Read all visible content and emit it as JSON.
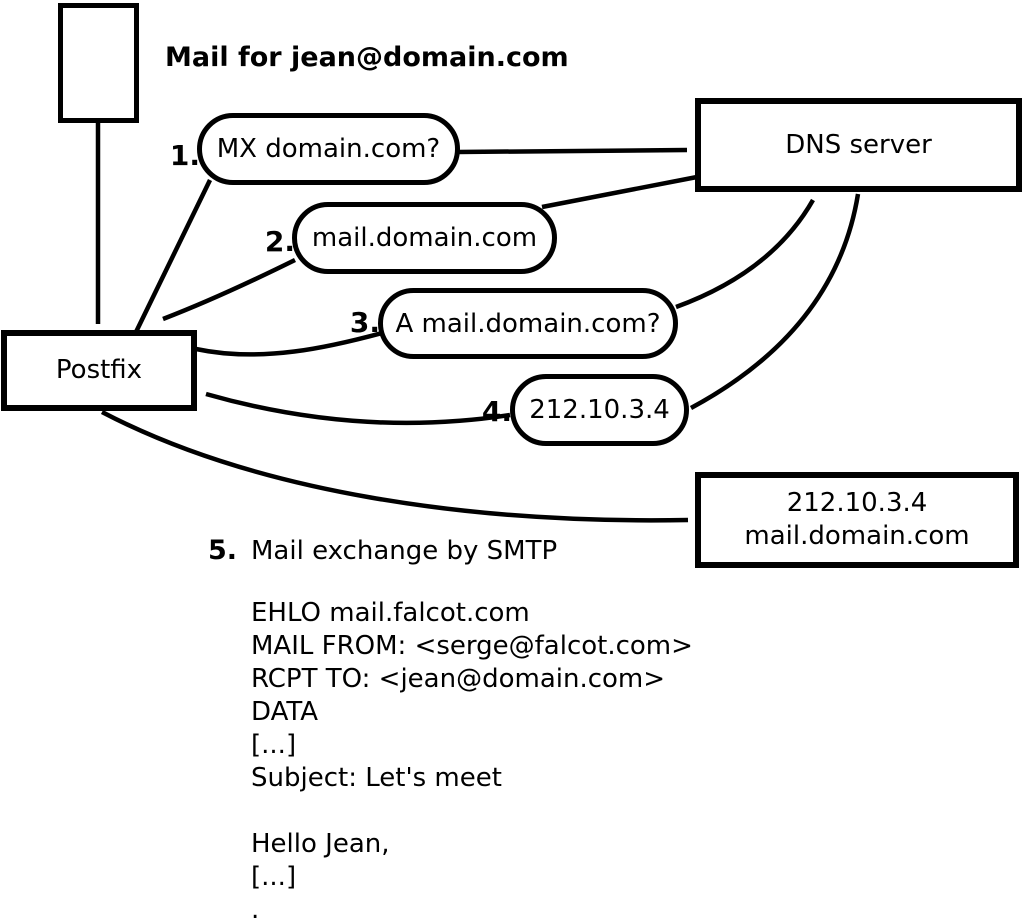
{
  "diagram": {
    "header": "Mail for jean@domain.com",
    "nodes": {
      "postfix": {
        "label": "Postfix"
      },
      "dns": {
        "label": "DNS server"
      },
      "mail_server": {
        "line1": "212.10.3.4",
        "line2": "mail.domain.com"
      }
    },
    "steps": [
      {
        "num": "1.",
        "label": "MX domain.com?"
      },
      {
        "num": "2.",
        "label": "mail.domain.com"
      },
      {
        "num": "3.",
        "label": "A mail.domain.com?"
      },
      {
        "num": "4.",
        "label": "212.10.3.4"
      },
      {
        "num": "5.",
        "label": "Mail exchange by SMTP"
      }
    ],
    "smtp_session": {
      "lines": [
        "EHLO mail.falcot.com",
        "MAIL FROM: <serge@falcot.com>",
        "RCPT TO: <jean@domain.com>",
        "DATA",
        "[...]",
        "Subject: Let's meet",
        "",
        "Hello Jean,",
        "[...]",
        "."
      ]
    },
    "colors": {
      "stroke": "#000000",
      "background": "#ffffff",
      "node_fill": "#ffffff"
    }
  }
}
